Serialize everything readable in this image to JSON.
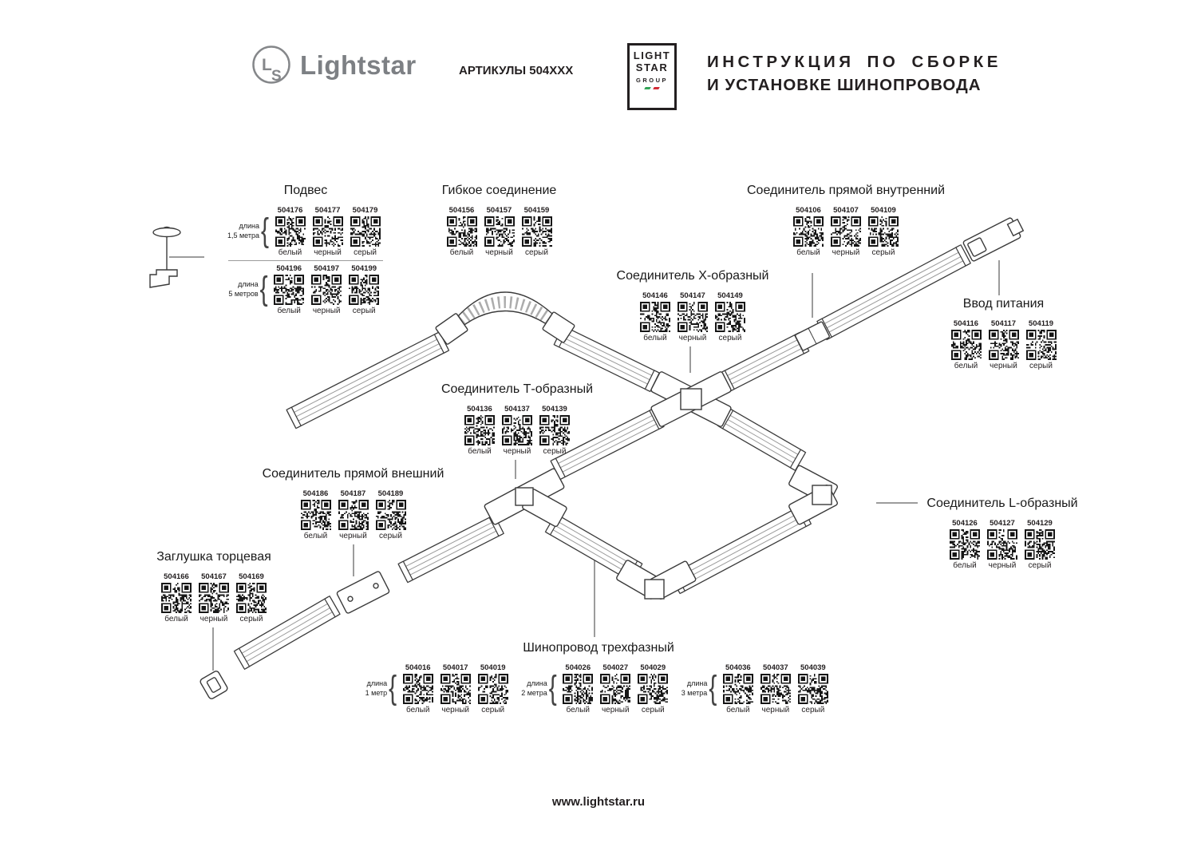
{
  "header": {
    "brand": "Lightstar",
    "articles_label": "АРТИКУЛЫ 504XXX",
    "logo_lines": [
      "LIGHT",
      "STAR",
      "GROUP"
    ],
    "title_line1": "ИНСТРУКЦИЯ ПО СБОРКЕ",
    "title_line2": "И УСТАНОВКЕ ШИНОПРОВОДА"
  },
  "colors": {
    "ink": "#231f20",
    "line_art": "#3a3a3a",
    "flag_green": "#33a457",
    "flag_red": "#d22c36"
  },
  "groups": [
    {
      "id": "podves",
      "title": "Подвес",
      "rows": [
        {
          "length_label": [
            "длина",
            "1,5 метра"
          ],
          "items": [
            {
              "article": "504176",
              "color": "белый"
            },
            {
              "article": "504177",
              "color": "черный"
            },
            {
              "article": "504179",
              "color": "серый"
            }
          ]
        },
        {
          "length_label": [
            "длина",
            "5 метров"
          ],
          "items": [
            {
              "article": "504196",
              "color": "белый"
            },
            {
              "article": "504197",
              "color": "черный"
            },
            {
              "article": "504199",
              "color": "серый"
            }
          ]
        }
      ]
    },
    {
      "id": "flex",
      "title": "Гибкое соединение",
      "rows": [
        {
          "items": [
            {
              "article": "504156",
              "color": "белый"
            },
            {
              "article": "504157",
              "color": "черный"
            },
            {
              "article": "504159",
              "color": "серый"
            }
          ]
        }
      ]
    },
    {
      "id": "inner",
      "title": "Соединитель прямой внутренний",
      "rows": [
        {
          "items": [
            {
              "article": "504106",
              "color": "белый"
            },
            {
              "article": "504107",
              "color": "черный"
            },
            {
              "article": "504109",
              "color": "серый"
            }
          ]
        }
      ]
    },
    {
      "id": "x",
      "title": "Соединитель X-образный",
      "rows": [
        {
          "items": [
            {
              "article": "504146",
              "color": "белый"
            },
            {
              "article": "504147",
              "color": "черный"
            },
            {
              "article": "504149",
              "color": "серый"
            }
          ]
        }
      ]
    },
    {
      "id": "power",
      "title": "Ввод питания",
      "rows": [
        {
          "items": [
            {
              "article": "504116",
              "color": "белый"
            },
            {
              "article": "504117",
              "color": "черный"
            },
            {
              "article": "504119",
              "color": "серый"
            }
          ]
        }
      ]
    },
    {
      "id": "t",
      "title": "Соединитель Т-образный",
      "rows": [
        {
          "items": [
            {
              "article": "504136",
              "color": "белый"
            },
            {
              "article": "504137",
              "color": "черный"
            },
            {
              "article": "504139",
              "color": "серый"
            }
          ]
        }
      ]
    },
    {
      "id": "outer",
      "title": "Соединитель прямой внешний",
      "rows": [
        {
          "items": [
            {
              "article": "504186",
              "color": "белый"
            },
            {
              "article": "504187",
              "color": "черный"
            },
            {
              "article": "504189",
              "color": "серый"
            }
          ]
        }
      ]
    },
    {
      "id": "l",
      "title": "Соединитель L-образный",
      "rows": [
        {
          "items": [
            {
              "article": "504126",
              "color": "белый"
            },
            {
              "article": "504127",
              "color": "черный"
            },
            {
              "article": "504129",
              "color": "серый"
            }
          ]
        }
      ]
    },
    {
      "id": "endcap",
      "title": "Заглушка торцевая",
      "rows": [
        {
          "items": [
            {
              "article": "504166",
              "color": "белый"
            },
            {
              "article": "504167",
              "color": "черный"
            },
            {
              "article": "504169",
              "color": "серый"
            }
          ]
        }
      ]
    },
    {
      "id": "track",
      "title": "Шинопровод трехфазный",
      "rows": [
        {
          "length_label": [
            "длина",
            "1 метр"
          ],
          "items": [
            {
              "article": "504016",
              "color": "белый"
            },
            {
              "article": "504017",
              "color": "черный"
            },
            {
              "article": "504019",
              "color": "серый"
            }
          ]
        },
        {
          "length_label": [
            "длина",
            "2 метра"
          ],
          "items": [
            {
              "article": "504026",
              "color": "белый"
            },
            {
              "article": "504027",
              "color": "черный"
            },
            {
              "article": "504029",
              "color": "серый"
            }
          ]
        },
        {
          "length_label": [
            "длина",
            "3 метра"
          ],
          "items": [
            {
              "article": "504036",
              "color": "белый"
            },
            {
              "article": "504037",
              "color": "черный"
            },
            {
              "article": "504039",
              "color": "серый"
            }
          ]
        }
      ]
    }
  ],
  "footer": {
    "url": "www.lightstar.ru"
  }
}
